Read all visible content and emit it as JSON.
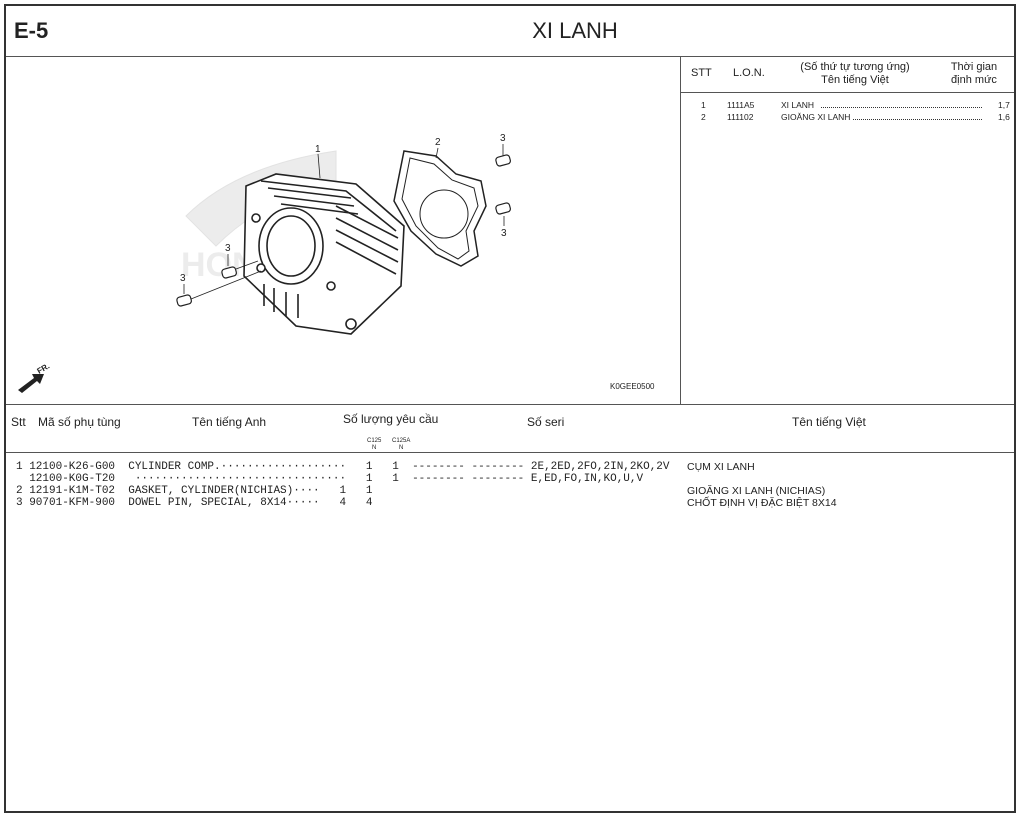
{
  "header": {
    "code": "E-5",
    "title": "XI LANH"
  },
  "figure": {
    "ref_code": "K0GEE0500",
    "arrow_label": "FR.",
    "callouts": [
      "1",
      "2",
      "3",
      "3",
      "3",
      "3"
    ]
  },
  "side_panel": {
    "col_stt": "STT",
    "col_lon": "L.O.N.",
    "col_name_1": "(Số thứ tự tương ứng)",
    "col_name_2": "Tên tiếng Việt",
    "col_time_1": "Thời gian",
    "col_time_2": "định mức",
    "rows": [
      {
        "stt": "1",
        "lon": "1111A5",
        "name": "XI LANH",
        "time": "1,7"
      },
      {
        "stt": "2",
        "lon": "111102",
        "name": "GIOĂNG XI LANH",
        "time": "1,6"
      }
    ]
  },
  "parts_list": {
    "col_stt": "Stt",
    "col_part": "Mã số phụ tùng",
    "col_en": "Tên tiếng Anh",
    "col_qty": "Số lượng yêu cầu",
    "col_serial": "Số seri",
    "col_vn": "Tên tiếng Việt",
    "model_1": "C125",
    "model_1_sub": "N",
    "model_2": "C125A",
    "model_2_sub": "N",
    "lines": [
      "1 12100-K26-G00  CYLINDER COMP.···················   1   1  -------- -------- 2E,2ED,2FO,2IN,2KO,2V",
      "  12100-K0G-T20   ································   1   1  -------- -------- E,ED,FO,IN,KO,U,V",
      "2 12191-K1M-T02  GASKET, CYLINDER(NICHIAS)····   1   1",
      "3 90701-KFM-900  DOWEL PIN, SPECIAL, 8X14·····   4   4"
    ],
    "vn_names": [
      "CỤM XI LANH",
      "GIOĂNG XI LANH (NICHIAS)",
      "CHỐT ĐỊNH VỊ ĐẶC BIỆT 8X14"
    ]
  }
}
